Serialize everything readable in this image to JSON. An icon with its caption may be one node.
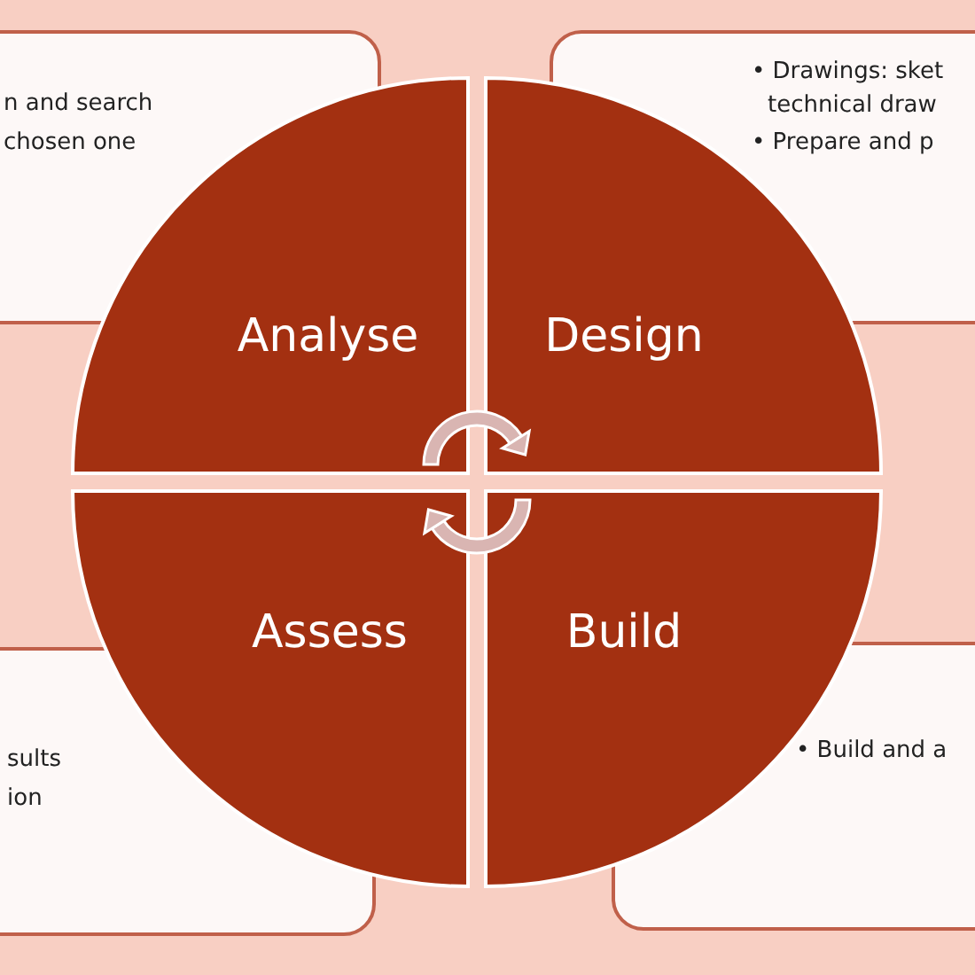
{
  "diagram": {
    "nodes": [
      {
        "text": [
          "n and search",
          "chosen one"
        ]
      },
      {
        "text": [
          "• Drawings: sket technical draw",
          "• Prepare and p"
        ]
      },
      {
        "text": [
          "Analyse"
        ]
      },
      {
        "text": [
          "Design"
        ]
      },
      {
        "text": [
          "Assess"
        ]
      },
      {
        "text": [
          "Build"
        ]
      },
      {
        "text": [
          "sults",
          "ion"
        ]
      },
      {
        "text": [
          "• Build and a"
        ]
      }
    ]
  }
}
